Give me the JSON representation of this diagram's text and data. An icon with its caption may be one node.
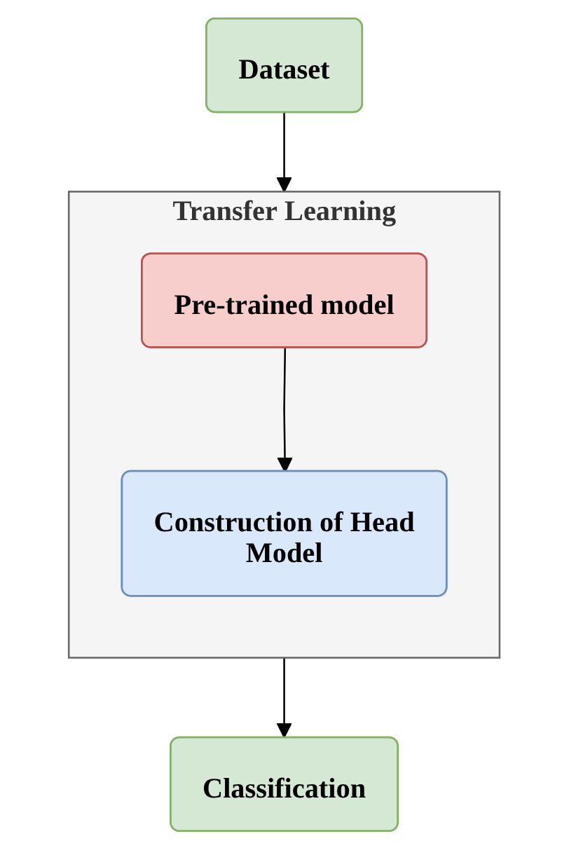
{
  "diagram": {
    "nodes": [
      {
        "text": [
          "Dataset"
        ]
      },
      {
        "text": [
          "Transfer Learning"
        ]
      },
      {
        "text": [
          "Pre-trained model"
        ],
        "in": 1
      },
      {
        "text": [
          "Construction of Head Model"
        ],
        "in": 1
      },
      {
        "text": [
          "Classification"
        ]
      }
    ],
    "edges": [
      {
        "from": 0,
        "to": 1,
        "arrow": "to"
      },
      {
        "from": 2,
        "to": 3,
        "arrow": "to"
      },
      {
        "from": 1,
        "to": 4,
        "arrow": "to"
      }
    ]
  }
}
